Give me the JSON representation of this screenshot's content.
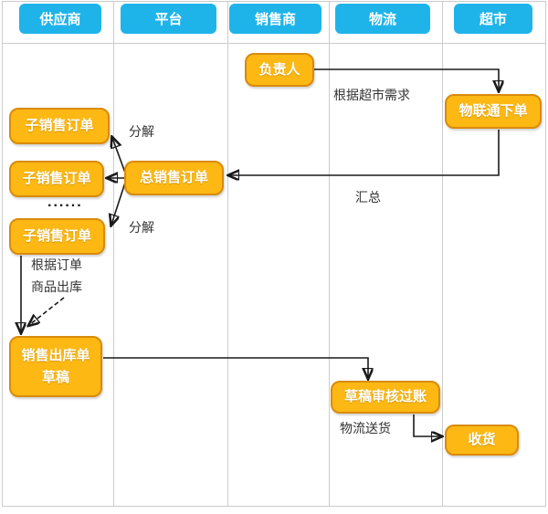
{
  "diagram": {
    "lanes": [
      "供应商",
      "平台",
      "销售商",
      "物流",
      "超市"
    ],
    "nodes": {
      "manager": "负责人",
      "iot_order": "物联通下单",
      "sub_order_1": "子销售订单",
      "total_order": "总销售订单",
      "sub_order_2": "子销售订单",
      "ellipsis": "......",
      "sub_order_3": "子销售订单",
      "outbound_draft_line1": "销售出库单",
      "outbound_draft_line2": "草稿",
      "draft_audit": "草稿审核过账",
      "receive": "收货"
    },
    "edge_labels": {
      "per_market_demand": "根据超市需求",
      "decompose_top": "分解",
      "summarize": "汇总",
      "decompose_bottom": "分解",
      "per_order": "根据订单",
      "goods_outbound": "商品出库",
      "logistics_delivery": "物流送货"
    },
    "colors": {
      "lane_header": "#1fb4e9",
      "node_fill": "#fdb813",
      "node_border": "#d98b0c",
      "grid": "#cccccc",
      "arrow": "#1a1a1a"
    }
  }
}
